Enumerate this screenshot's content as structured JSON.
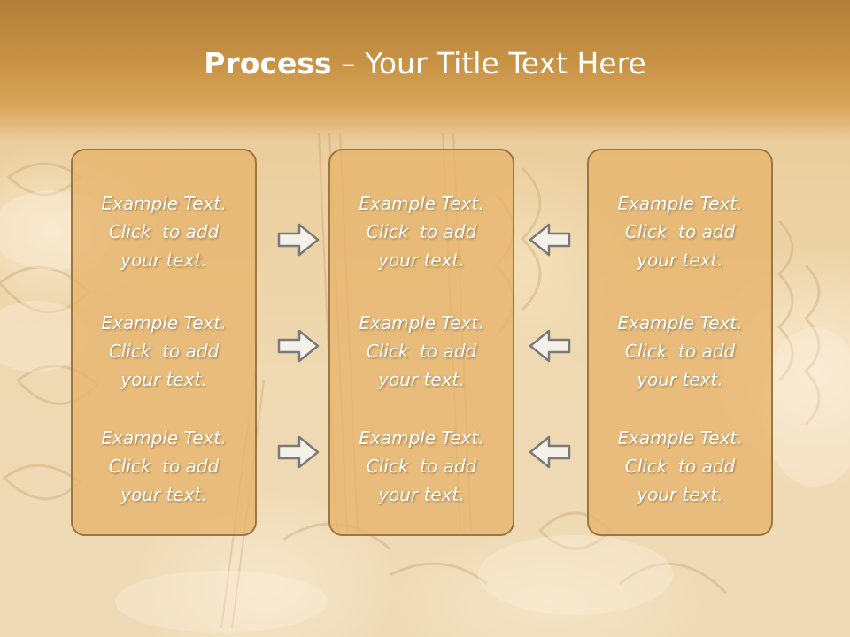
{
  "title": {
    "bold": "Process",
    "rest": " – Your Title Text Here"
  },
  "columns": [
    {
      "items": [
        {
          "line1": "Example Text.",
          "line2": "Click  to add",
          "line3": "your text."
        },
        {
          "line1": "Example Text.",
          "line2": "Click  to add",
          "line3": "your text."
        },
        {
          "line1": "Example Text.",
          "line2": "Click  to add",
          "line3": "your text."
        }
      ]
    },
    {
      "items": [
        {
          "line1": "Example Text.",
          "line2": "Click  to add",
          "line3": "your text."
        },
        {
          "line1": "Example Text.",
          "line2": "Click  to add",
          "line3": "your text."
        },
        {
          "line1": "Example Text.",
          "line2": "Click  to add",
          "line3": "your text."
        }
      ]
    },
    {
      "items": [
        {
          "line1": "Example Text.",
          "line2": "Click  to add",
          "line3": "your text."
        },
        {
          "line1": "Example Text.",
          "line2": "Click  to add",
          "line3": "your text."
        },
        {
          "line1": "Example Text.",
          "line2": "Click  to add",
          "line3": "your text."
        }
      ]
    }
  ],
  "arrows": {
    "left_side_direction": "right",
    "right_side_direction": "left",
    "fill_color": "#f4f0ea",
    "stroke_color": "#7c7a78"
  },
  "colors": {
    "title_band": "#c89345",
    "box_fill": "#e7b46c",
    "box_border": "#9d7642",
    "text": "#ffffff"
  }
}
